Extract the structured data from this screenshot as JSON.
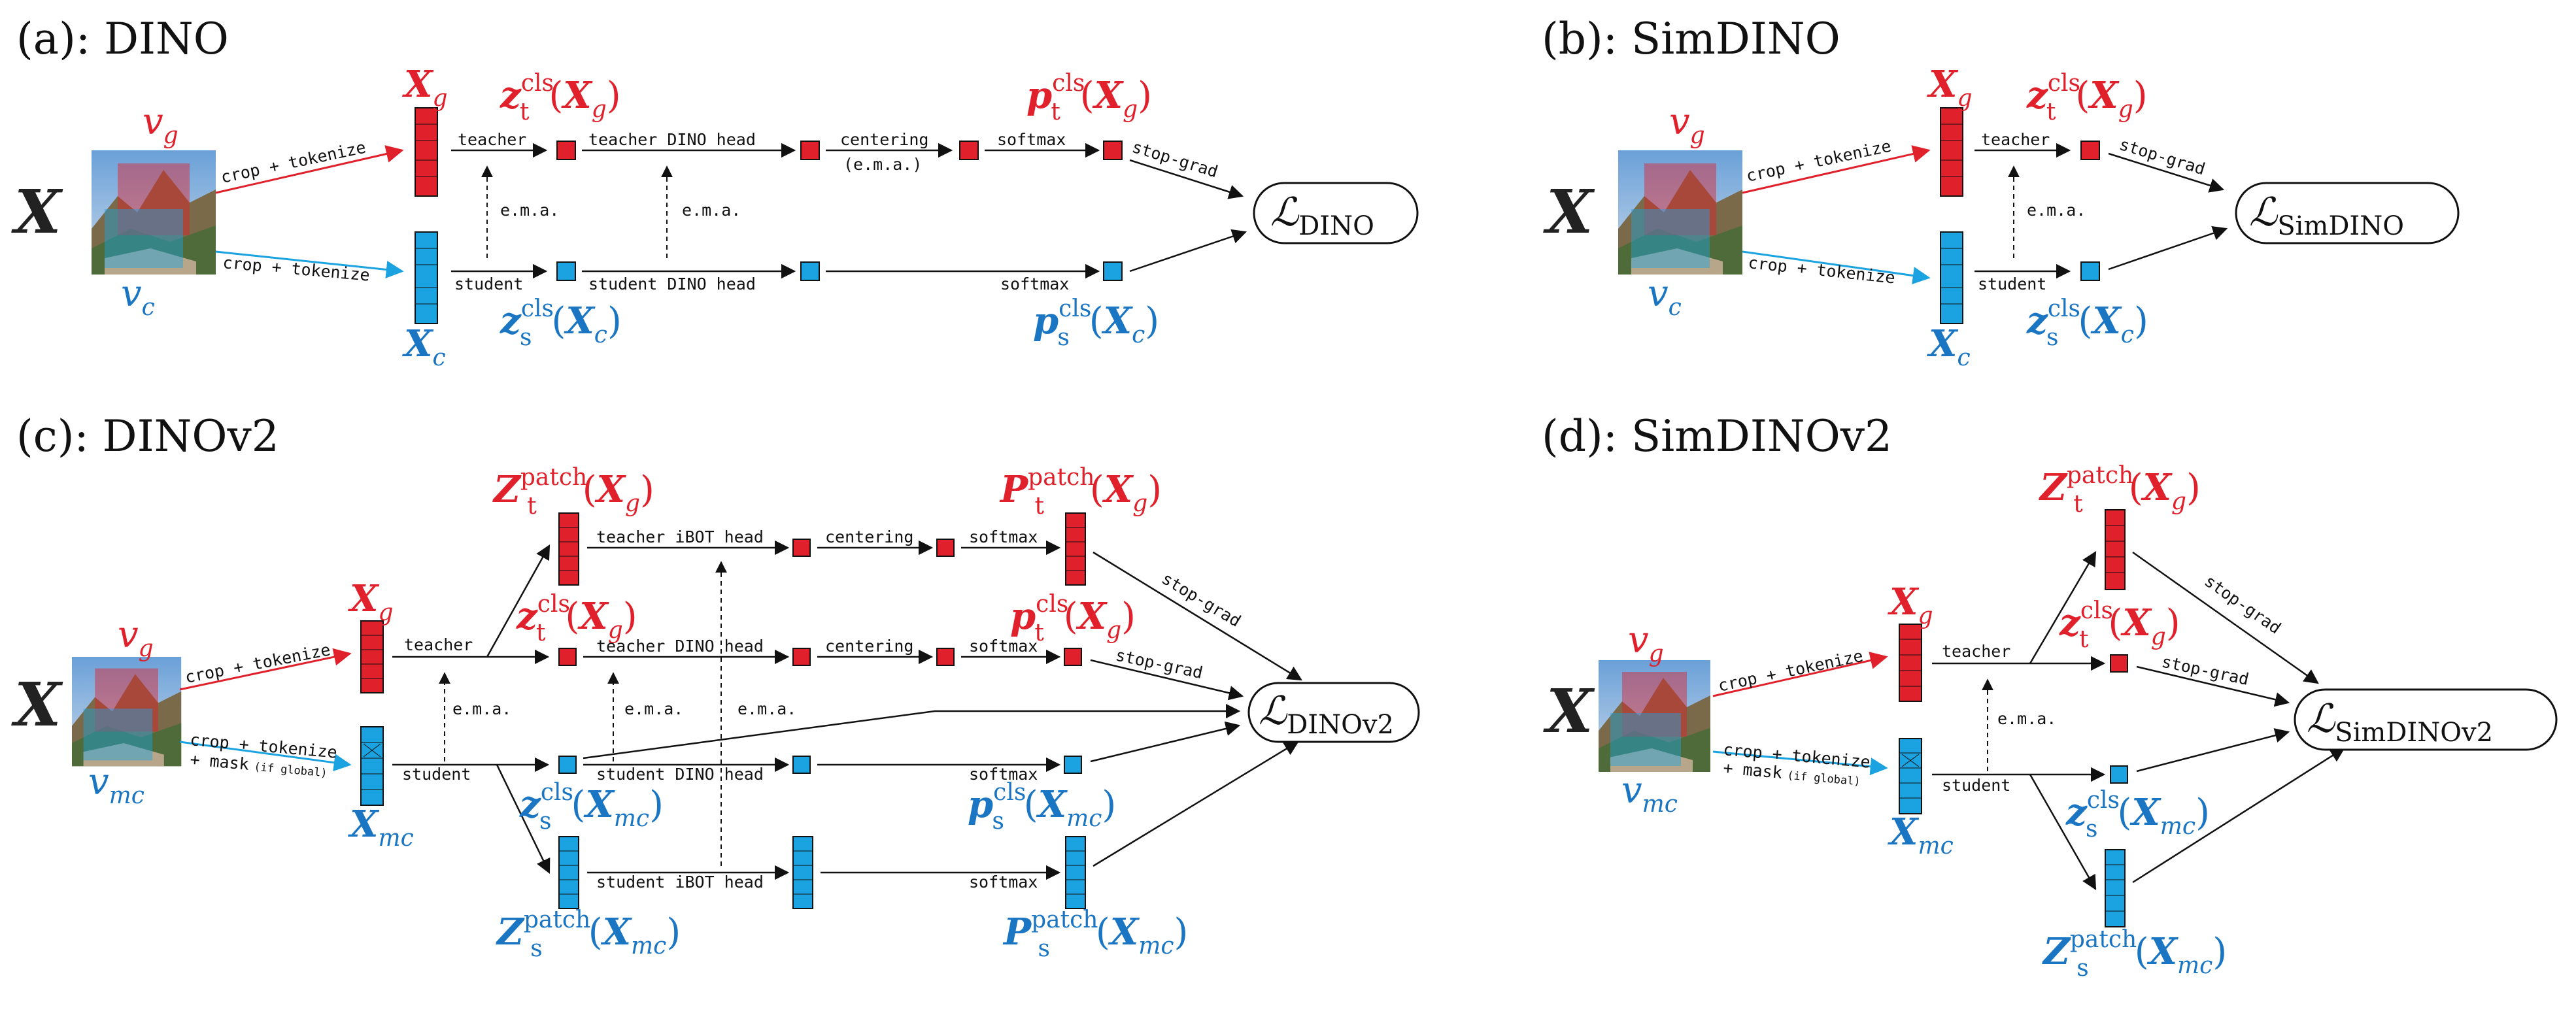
{
  "panels": {
    "a": {
      "title": "(a): DINO",
      "input": "X",
      "views": {
        "global": "v",
        "global_sub": "g",
        "local": "v",
        "local_sub": "c"
      },
      "tokens": {
        "global": "X",
        "global_sub": "g",
        "local": "X",
        "local_sub": "c"
      },
      "edges": {
        "crop_top": "crop + tokenize",
        "crop_bottom": "crop + tokenize",
        "teacher": "teacher",
        "teacher_head": "teacher DINO head",
        "centering": "centering",
        "centering_note": "(e.m.a.)",
        "softmax_top": "softmax",
        "stop_grad": "stop-grad",
        "ema_1": "e.m.a.",
        "ema_2": "e.m.a.",
        "student": "student",
        "student_head": "student DINO head",
        "softmax_bottom": "softmax"
      },
      "nodes": {
        "zt": {
          "base": "z",
          "sup": "cls",
          "sub": "t",
          "arg": "X",
          "arg_sub": "g"
        },
        "pt": {
          "base": "p",
          "sup": "cls",
          "sub": "t",
          "arg": "X",
          "arg_sub": "g"
        },
        "zs": {
          "base": "z",
          "sup": "cls",
          "sub": "s",
          "arg": "X",
          "arg_sub": "c"
        },
        "ps": {
          "base": "p",
          "sup": "cls",
          "sub": "s",
          "arg": "X",
          "arg_sub": "c"
        }
      },
      "loss": {
        "symbol": "ℒ",
        "sub": "DINO"
      }
    },
    "b": {
      "title": "(b): SimDINO",
      "input": "X",
      "views": {
        "global": "v",
        "global_sub": "g",
        "local": "v",
        "local_sub": "c"
      },
      "tokens": {
        "global": "X",
        "global_sub": "g",
        "local": "X",
        "local_sub": "c"
      },
      "edges": {
        "crop_top": "crop + tokenize",
        "crop_bottom": "crop + tokenize",
        "teacher": "teacher",
        "stop_grad": "stop-grad",
        "ema": "e.m.a.",
        "student": "student"
      },
      "nodes": {
        "zt": {
          "base": "z",
          "sup": "cls",
          "sub": "t",
          "arg": "X",
          "arg_sub": "g"
        },
        "zs": {
          "base": "z",
          "sup": "cls",
          "sub": "s",
          "arg": "X",
          "arg_sub": "c"
        }
      },
      "loss": {
        "symbol": "ℒ",
        "sub": "SimDINO"
      }
    },
    "c": {
      "title": "(c): DINOv2",
      "input": "X",
      "views": {
        "global": "v",
        "global_sub": "g",
        "masked": "v",
        "masked_sub": "mc"
      },
      "tokens": {
        "global": "X",
        "global_sub": "g",
        "masked": "X",
        "masked_sub": "mc"
      },
      "edges": {
        "crop_top": "crop + tokenize",
        "crop_bottom": "crop + tokenize",
        "mask_note": "+ mask",
        "mask_cond": "(if global)",
        "teacher": "teacher",
        "teacher_ibot": "teacher iBOT head",
        "centering_1": "centering",
        "softmax_1": "softmax",
        "teacher_dino": "teacher DINO head",
        "centering_2": "centering",
        "softmax_2": "softmax",
        "stop_grad_1": "stop-grad",
        "stop_grad_2": "stop-grad",
        "ema_1": "e.m.a.",
        "ema_2": "e.m.a.",
        "ema_3": "e.m.a.",
        "student": "student",
        "student_dino": "student DINO head",
        "softmax_3": "softmax",
        "student_ibot": "student iBOT head",
        "softmax_4": "softmax"
      },
      "nodes": {
        "Zt": {
          "base": "Z",
          "sup": "patch",
          "sub": "t",
          "arg": "X",
          "arg_sub": "g"
        },
        "Pt": {
          "base": "P",
          "sup": "patch",
          "sub": "t",
          "arg": "X",
          "arg_sub": "g"
        },
        "zt": {
          "base": "z",
          "sup": "cls",
          "sub": "t",
          "arg": "X",
          "arg_sub": "g"
        },
        "pt": {
          "base": "p",
          "sup": "cls",
          "sub": "t",
          "arg": "X",
          "arg_sub": "g"
        },
        "zs": {
          "base": "z",
          "sup": "cls",
          "sub": "s",
          "arg": "X",
          "arg_sub": "mc"
        },
        "ps": {
          "base": "p",
          "sup": "cls",
          "sub": "s",
          "arg": "X",
          "arg_sub": "mc"
        },
        "Zs": {
          "base": "Z",
          "sup": "patch",
          "sub": "s",
          "arg": "X",
          "arg_sub": "mc"
        },
        "Ps": {
          "base": "P",
          "sup": "patch",
          "sub": "s",
          "arg": "X",
          "arg_sub": "mc"
        }
      },
      "loss": {
        "symbol": "ℒ",
        "sub": "DINOv2"
      }
    },
    "d": {
      "title": "(d): SimDINOv2",
      "input": "X",
      "views": {
        "global": "v",
        "global_sub": "g",
        "masked": "v",
        "masked_sub": "mc"
      },
      "tokens": {
        "global": "X",
        "global_sub": "g",
        "masked": "X",
        "masked_sub": "mc"
      },
      "edges": {
        "crop_top": "crop + tokenize",
        "crop_bottom": "crop + tokenize",
        "mask_note": "+ mask",
        "mask_cond": "(if global)",
        "teacher": "teacher",
        "stop_grad_1": "stop-grad",
        "stop_grad_2": "stop-grad",
        "ema": "e.m.a.",
        "student": "student"
      },
      "nodes": {
        "Zt": {
          "base": "Z",
          "sup": "patch",
          "sub": "t",
          "arg": "X",
          "arg_sub": "g"
        },
        "zt": {
          "base": "z",
          "sup": "cls",
          "sub": "t",
          "arg": "X",
          "arg_sub": "g"
        },
        "zs": {
          "base": "z",
          "sup": "cls",
          "sub": "s",
          "arg": "X",
          "arg_sub": "mc"
        },
        "Zs": {
          "base": "Z",
          "sup": "patch",
          "sub": "s",
          "arg": "X",
          "arg_sub": "mc"
        }
      },
      "loss": {
        "symbol": "ℒ",
        "sub": "SimDINOv2"
      }
    }
  },
  "colors": {
    "teacher": "#e0202a",
    "student": "#1aa3e0",
    "student_text": "#1a75c2",
    "ink": "#111111"
  },
  "icons": {
    "input_photo": "mountain-photo-icon"
  }
}
